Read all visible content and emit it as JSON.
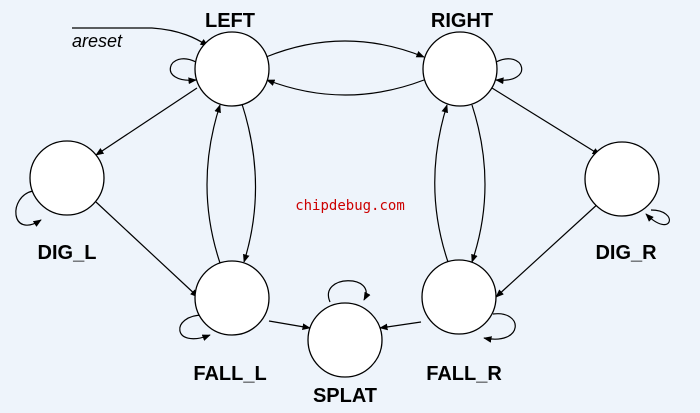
{
  "diagram": {
    "states": [
      {
        "id": "LEFT",
        "label": "LEFT"
      },
      {
        "id": "RIGHT",
        "label": "RIGHT"
      },
      {
        "id": "DIG_L",
        "label": "DIG_L"
      },
      {
        "id": "DIG_R",
        "label": "DIG_R"
      },
      {
        "id": "FALL_L",
        "label": "FALL_L"
      },
      {
        "id": "FALL_R",
        "label": "FALL_R"
      },
      {
        "id": "SPLAT",
        "label": "SPLAT"
      }
    ],
    "reset_label": "areset",
    "watermark": "chipdebug.com",
    "watermark_color": "#cc0000",
    "background": "#eef4fb"
  }
}
